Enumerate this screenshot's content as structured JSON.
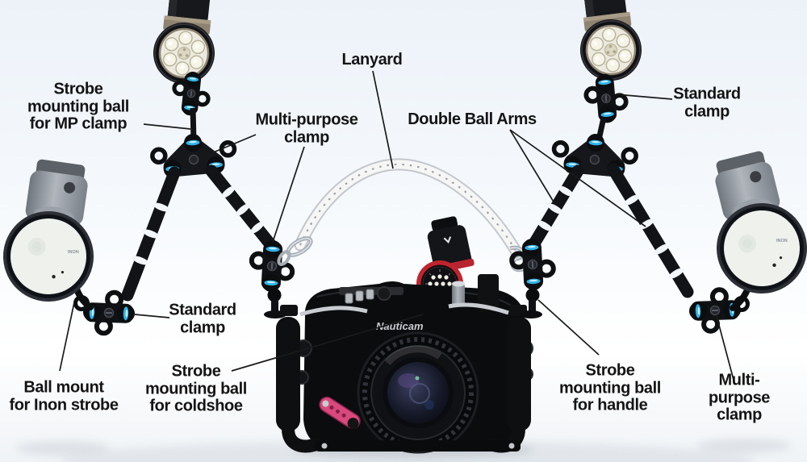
{
  "labels": [
    {
      "id": "strobe-mounting-ball-mp",
      "text": "Strobe\nmounting ball\nfor MP clamp"
    },
    {
      "id": "lanyard",
      "text": "Lanyard"
    },
    {
      "id": "multi-purpose-clamp-left",
      "text": "Multi-purpose\nclamp"
    },
    {
      "id": "double-ball-arms",
      "text": "Double Ball Arms"
    },
    {
      "id": "standard-clamp-right",
      "text": "Standard\nclamp"
    },
    {
      "id": "standard-clamp-left",
      "text": "Standard\nclamp"
    },
    {
      "id": "ball-mount-inon",
      "text": "Ball mount\nfor Inon strobe"
    },
    {
      "id": "strobe-mounting-ball-coldshoe",
      "text": "Strobe\nmounting ball\nfor coldshoe"
    },
    {
      "id": "strobe-mounting-ball-handle",
      "text": "Strobe\nmounting ball\nfor handle"
    },
    {
      "id": "multi-purpose-clamp-right",
      "text": "Multi-purpose\nclamp"
    }
  ],
  "photo": {
    "housing_brand": "Nauticam",
    "strobe_brand": "INON",
    "colors": {
      "clamp_accent_blue": "#2fb3e8",
      "focus_light_red": "#c0242f",
      "lever_pink": "#d9497c",
      "label_text": "#141414",
      "background_tint": "#edf2f9"
    }
  }
}
